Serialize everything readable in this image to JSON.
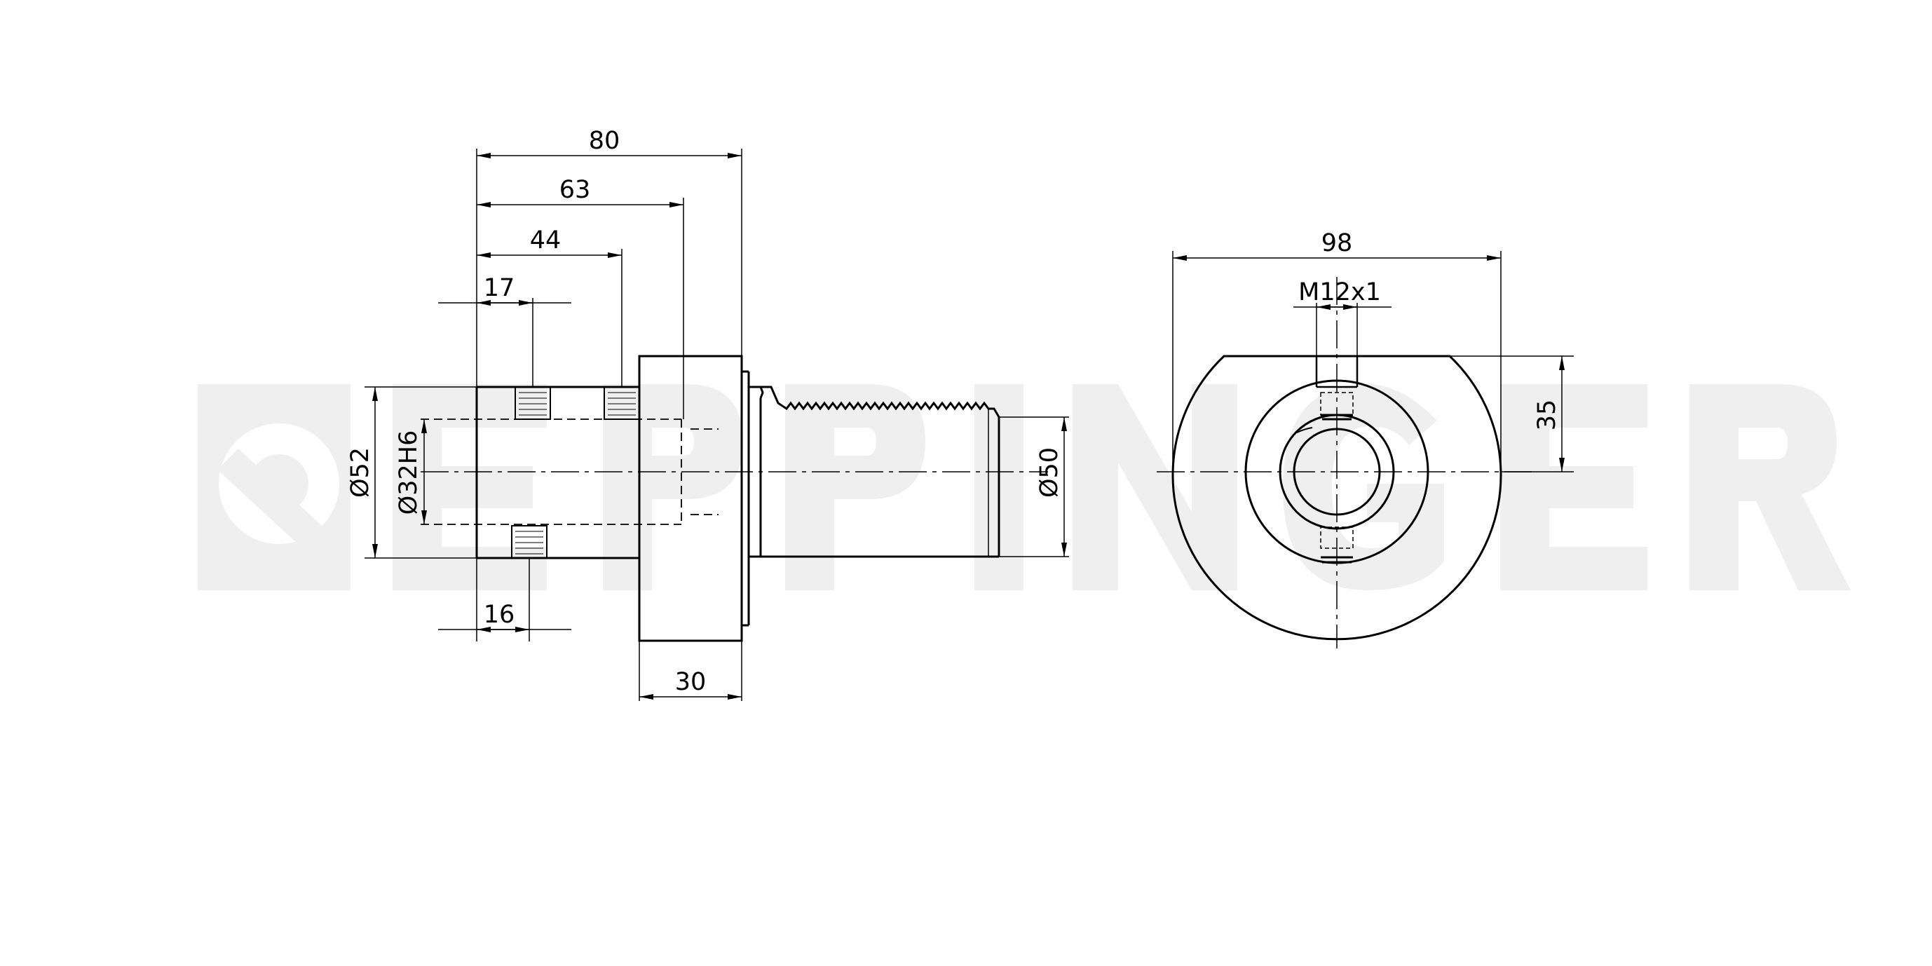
{
  "watermark": {
    "text": "EPPINGER",
    "color": "#efefef"
  },
  "side_view": {
    "dims": {
      "overall_length": "80",
      "length_63": "63",
      "length_44": "44",
      "length_17": "17",
      "length_16": "16",
      "flange_width": "30",
      "body_diameter": "Ø52",
      "bore_diameter": "Ø32H6",
      "shank_diameter": "Ø50"
    }
  },
  "end_view": {
    "dims": {
      "overall_width": "98",
      "thread": "M12x1",
      "height_35": "35"
    }
  },
  "colors": {
    "line": "#000000",
    "background": "#ffffff"
  }
}
